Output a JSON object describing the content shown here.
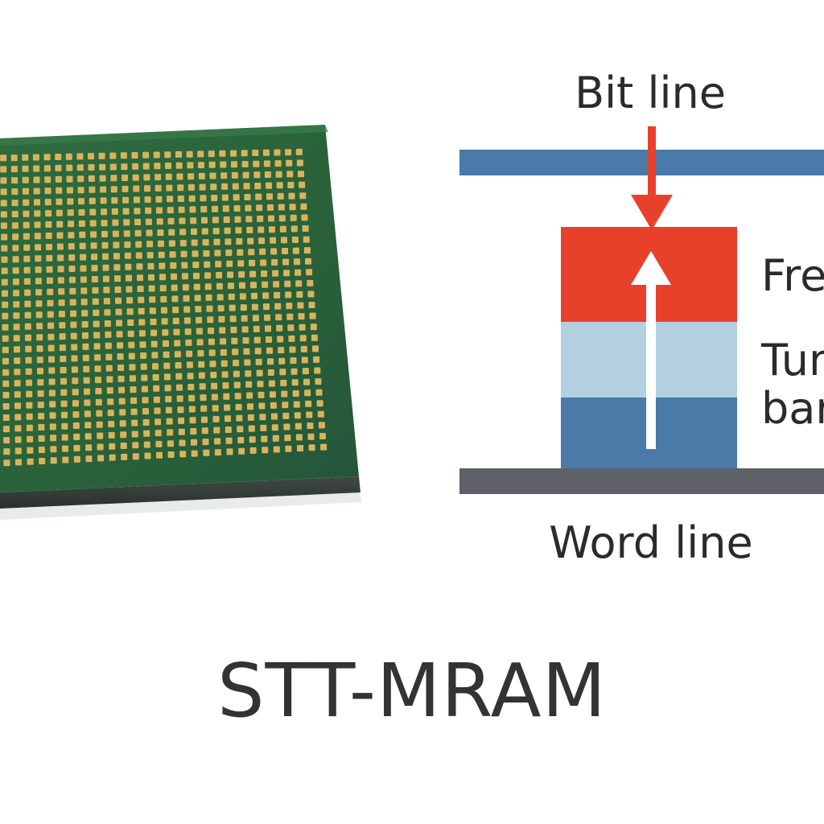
{
  "diagram": {
    "labels": {
      "bit_line": "Bit line",
      "word_line": "Word line",
      "free_layer": "Fre",
      "tunnel_barrier_line1": "Tur",
      "tunnel_barrier_line2": "bar"
    },
    "colors": {
      "bit_line": "#4a7aa8",
      "word_line": "#5e6168",
      "free_layer": "#e8412b",
      "tunnel_barrier": "#b3d0e0",
      "fixed_layer": "#4a7aa8",
      "current_arrow": "#e8412b",
      "magnetization_arrow": "#ffffff"
    }
  },
  "chip": {
    "substrate_color": "#2f6a3e",
    "pad_color": "#d8b45c"
  },
  "caption": "STT-MRAM"
}
